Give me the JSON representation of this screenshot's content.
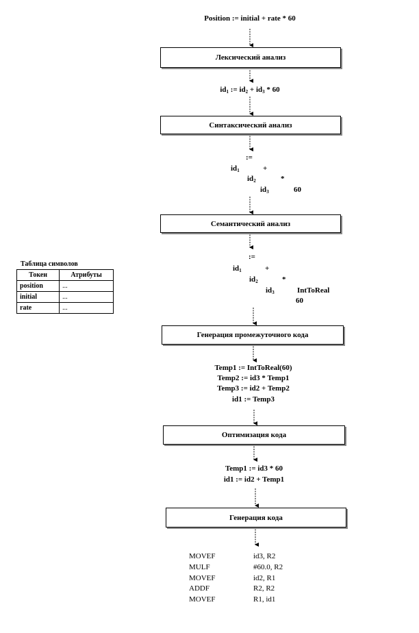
{
  "source_statement": "Position := initial + rate * 60",
  "stages": {
    "lexical": "Лексический анализ",
    "syntax": "Синтаксический анализ",
    "semantic": "Семантический анализ",
    "intermediate": "Генерация промежуточного кода",
    "optimization": "Оптимизация кода",
    "codegen": "Генерация кода"
  },
  "lexical_output": {
    "id1": "id",
    "assign": ":=",
    "id2": "id",
    "plus": "+",
    "id3": "id",
    "times": "* 60"
  },
  "syntax_tree": {
    "root": ":=",
    "n_id1": "id",
    "n_plus": "+",
    "n_id2": "id",
    "n_star": "*",
    "n_id3": "id",
    "n_60": "60"
  },
  "semantic_tree": {
    "root": ":=",
    "n_id1": "id",
    "n_plus": "+",
    "n_id2": "id",
    "n_star": "*",
    "n_id3": "id",
    "n_conv": "IntToReal",
    "n_60": "60"
  },
  "intermediate_code": [
    "Temp1 := IntToReal(60)",
    "Temp2 := id3 * Temp1",
    "Temp3 := id2 + Temp2",
    "id1 := Temp3"
  ],
  "optimized_code": [
    "Temp1 := id3 * 60",
    "id1 := id2 + Temp1"
  ],
  "machine_code": [
    {
      "op": "MOVEF",
      "args": "id3, R2"
    },
    {
      "op": "MULF",
      "args": "#60.0, R2"
    },
    {
      "op": "MOVEF",
      "args": "id2, R1"
    },
    {
      "op": "ADDF",
      "args": "R2, R2"
    },
    {
      "op": "MOVEF",
      "args": "R1, id1"
    }
  ],
  "symbol_table": {
    "title": "Таблица символов",
    "headers": [
      "Токен",
      "Атрибуты"
    ],
    "rows": [
      {
        "token": "position",
        "attr": "..."
      },
      {
        "token": "initial",
        "attr": "..."
      },
      {
        "token": "rate",
        "attr": "..."
      }
    ]
  }
}
